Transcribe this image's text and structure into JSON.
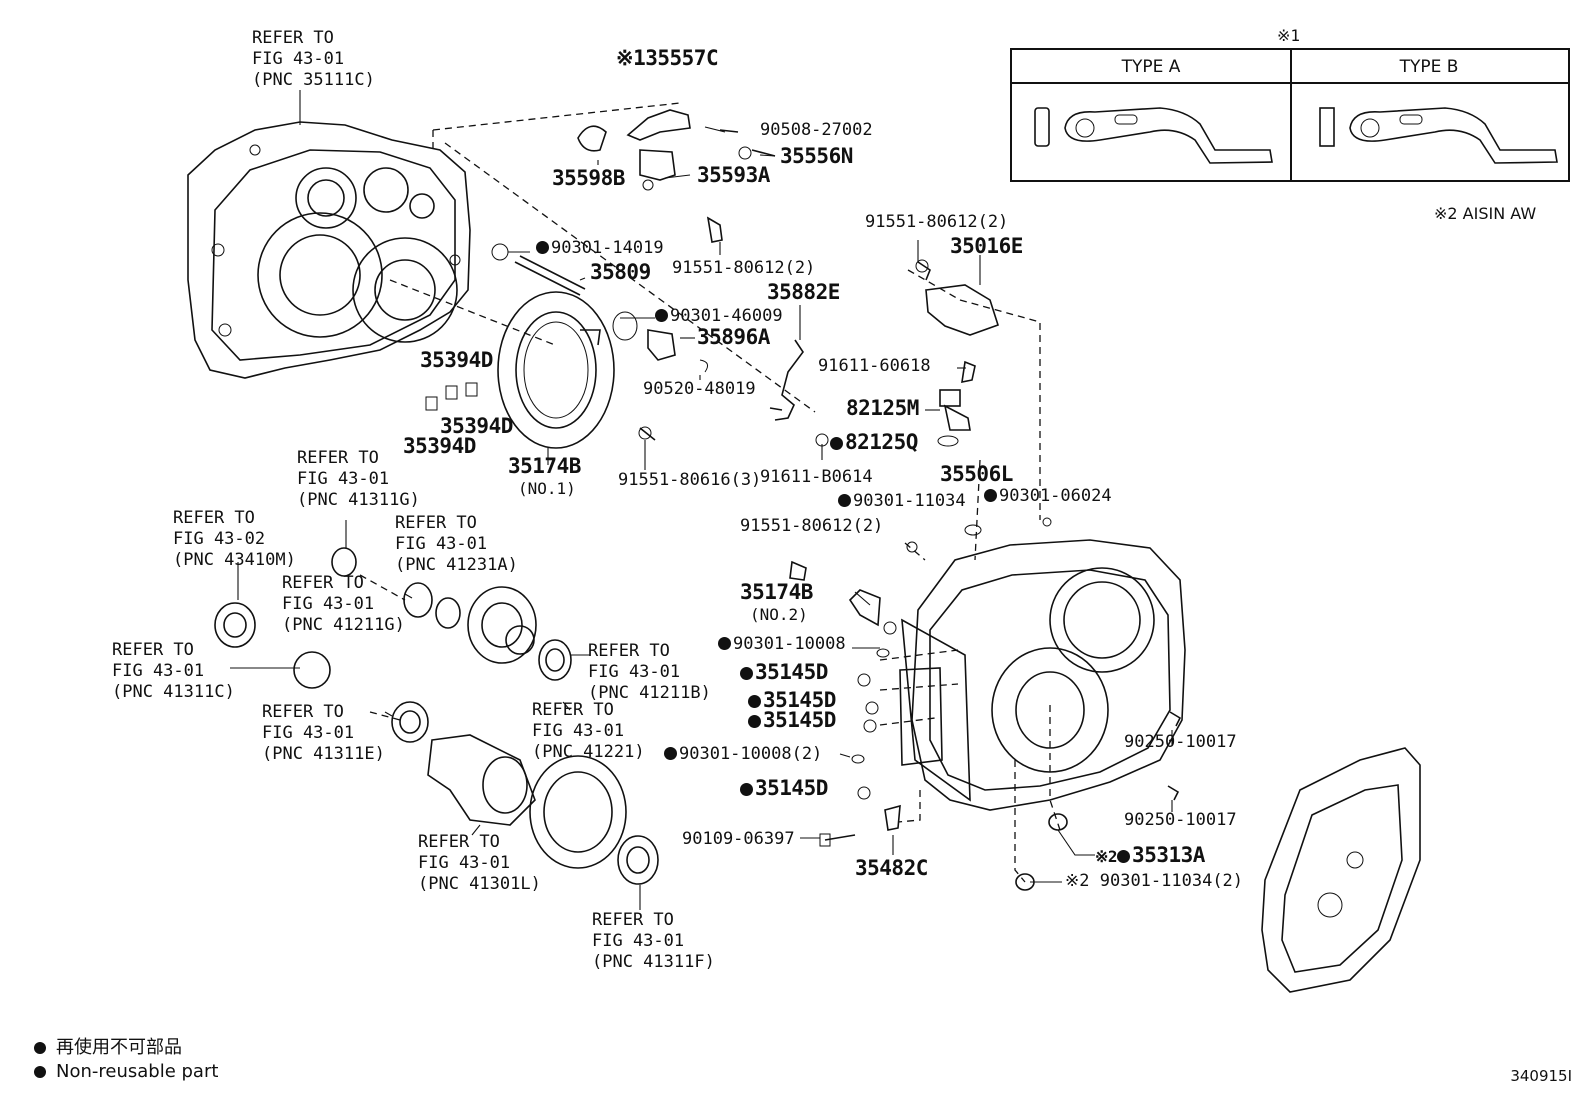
{
  "note_type_header": "※1",
  "type_table": {
    "type_a": "TYPE A",
    "type_b": "TYPE B"
  },
  "note_supplier": "※2 AISIN AW",
  "labels": {
    "ref_35111c": "REFER TO\nFIG 43-01\n(PNC 35111C)",
    "p35557c": "※135557C",
    "p90508": "90508-27002",
    "p35556n": "35556N",
    "p35598b": "35598B",
    "p35593a": "35593A",
    "p90301_14019": "90301-14019",
    "p35809": "35809",
    "p91551_top": "91551-80612(2)",
    "p35882e": "35882E",
    "p90301_46009": "90301-46009",
    "p35896a": "35896A",
    "p90520": "90520-48019",
    "p35394d_a": "35394D",
    "p35394d_b": "35394D",
    "p35394d_c": "35394D",
    "p35174b_1": "35174B",
    "p35174b_1_sub": "(NO.1)",
    "p91551_80616": "91551-80616(3)",
    "p91551_right": "91551-80612(2)",
    "p35016e": "35016E",
    "p91611_60618": "91611-60618",
    "p82125m": "82125M",
    "p82125q": "82125Q",
    "p91611_b0614": "91611-B0614",
    "p35506l": "35506L",
    "p90301_11034": "90301-11034",
    "p90301_06024": "90301-06024",
    "p91551_mid": "91551-80612(2)",
    "p35174b_2": "35174B",
    "p35174b_2_sub": "(NO.2)",
    "p90301_10008": "90301-10008",
    "p35145d_1": "35145D",
    "p35145d_2": "35145D",
    "p35145d_3": "35145D",
    "p90301_10008_2": "90301-10008(2)",
    "p35145d_4": "35145D",
    "p90109": "90109-06397",
    "p35482c": "35482C",
    "p90250_a": "90250-10017",
    "p90250_b": "90250-10017",
    "p35313a": "35313A",
    "p35313a_note": "※2",
    "p90301_11034_2": "90301-11034(2)",
    "p90301_11034_2_note": "※2",
    "ref_41311g": "REFER TO\nFIG 43-01\n(PNC 41311G)",
    "ref_43410m": "REFER TO\nFIG 43-02\n(PNC 43410M)",
    "ref_41231a": "REFER TO\nFIG 43-01\n(PNC 41231A)",
    "ref_41211g": "REFER TO\nFIG 43-01\n(PNC 41211G)",
    "ref_41311c": "REFER TO\nFIG 43-01\n(PNC 41311C)",
    "ref_41211b": "REFER TO\nFIG 43-01\n(PNC 41211B)",
    "ref_41311e": "REFER TO\nFIG 43-01\n(PNC 41311E)",
    "ref_41221": "REFER TO\nFIG 43-01\n(PNC 41221)",
    "ref_41301l": "REFER TO\nFIG 43-01\n(PNC 41301L)",
    "ref_41311f": "REFER TO\nFIG 43-01\n(PNC 41311F)"
  },
  "legend": {
    "line_jp": "再使用不可部品",
    "line_en": "Non-reusable part"
  },
  "figure_number": "340915I"
}
